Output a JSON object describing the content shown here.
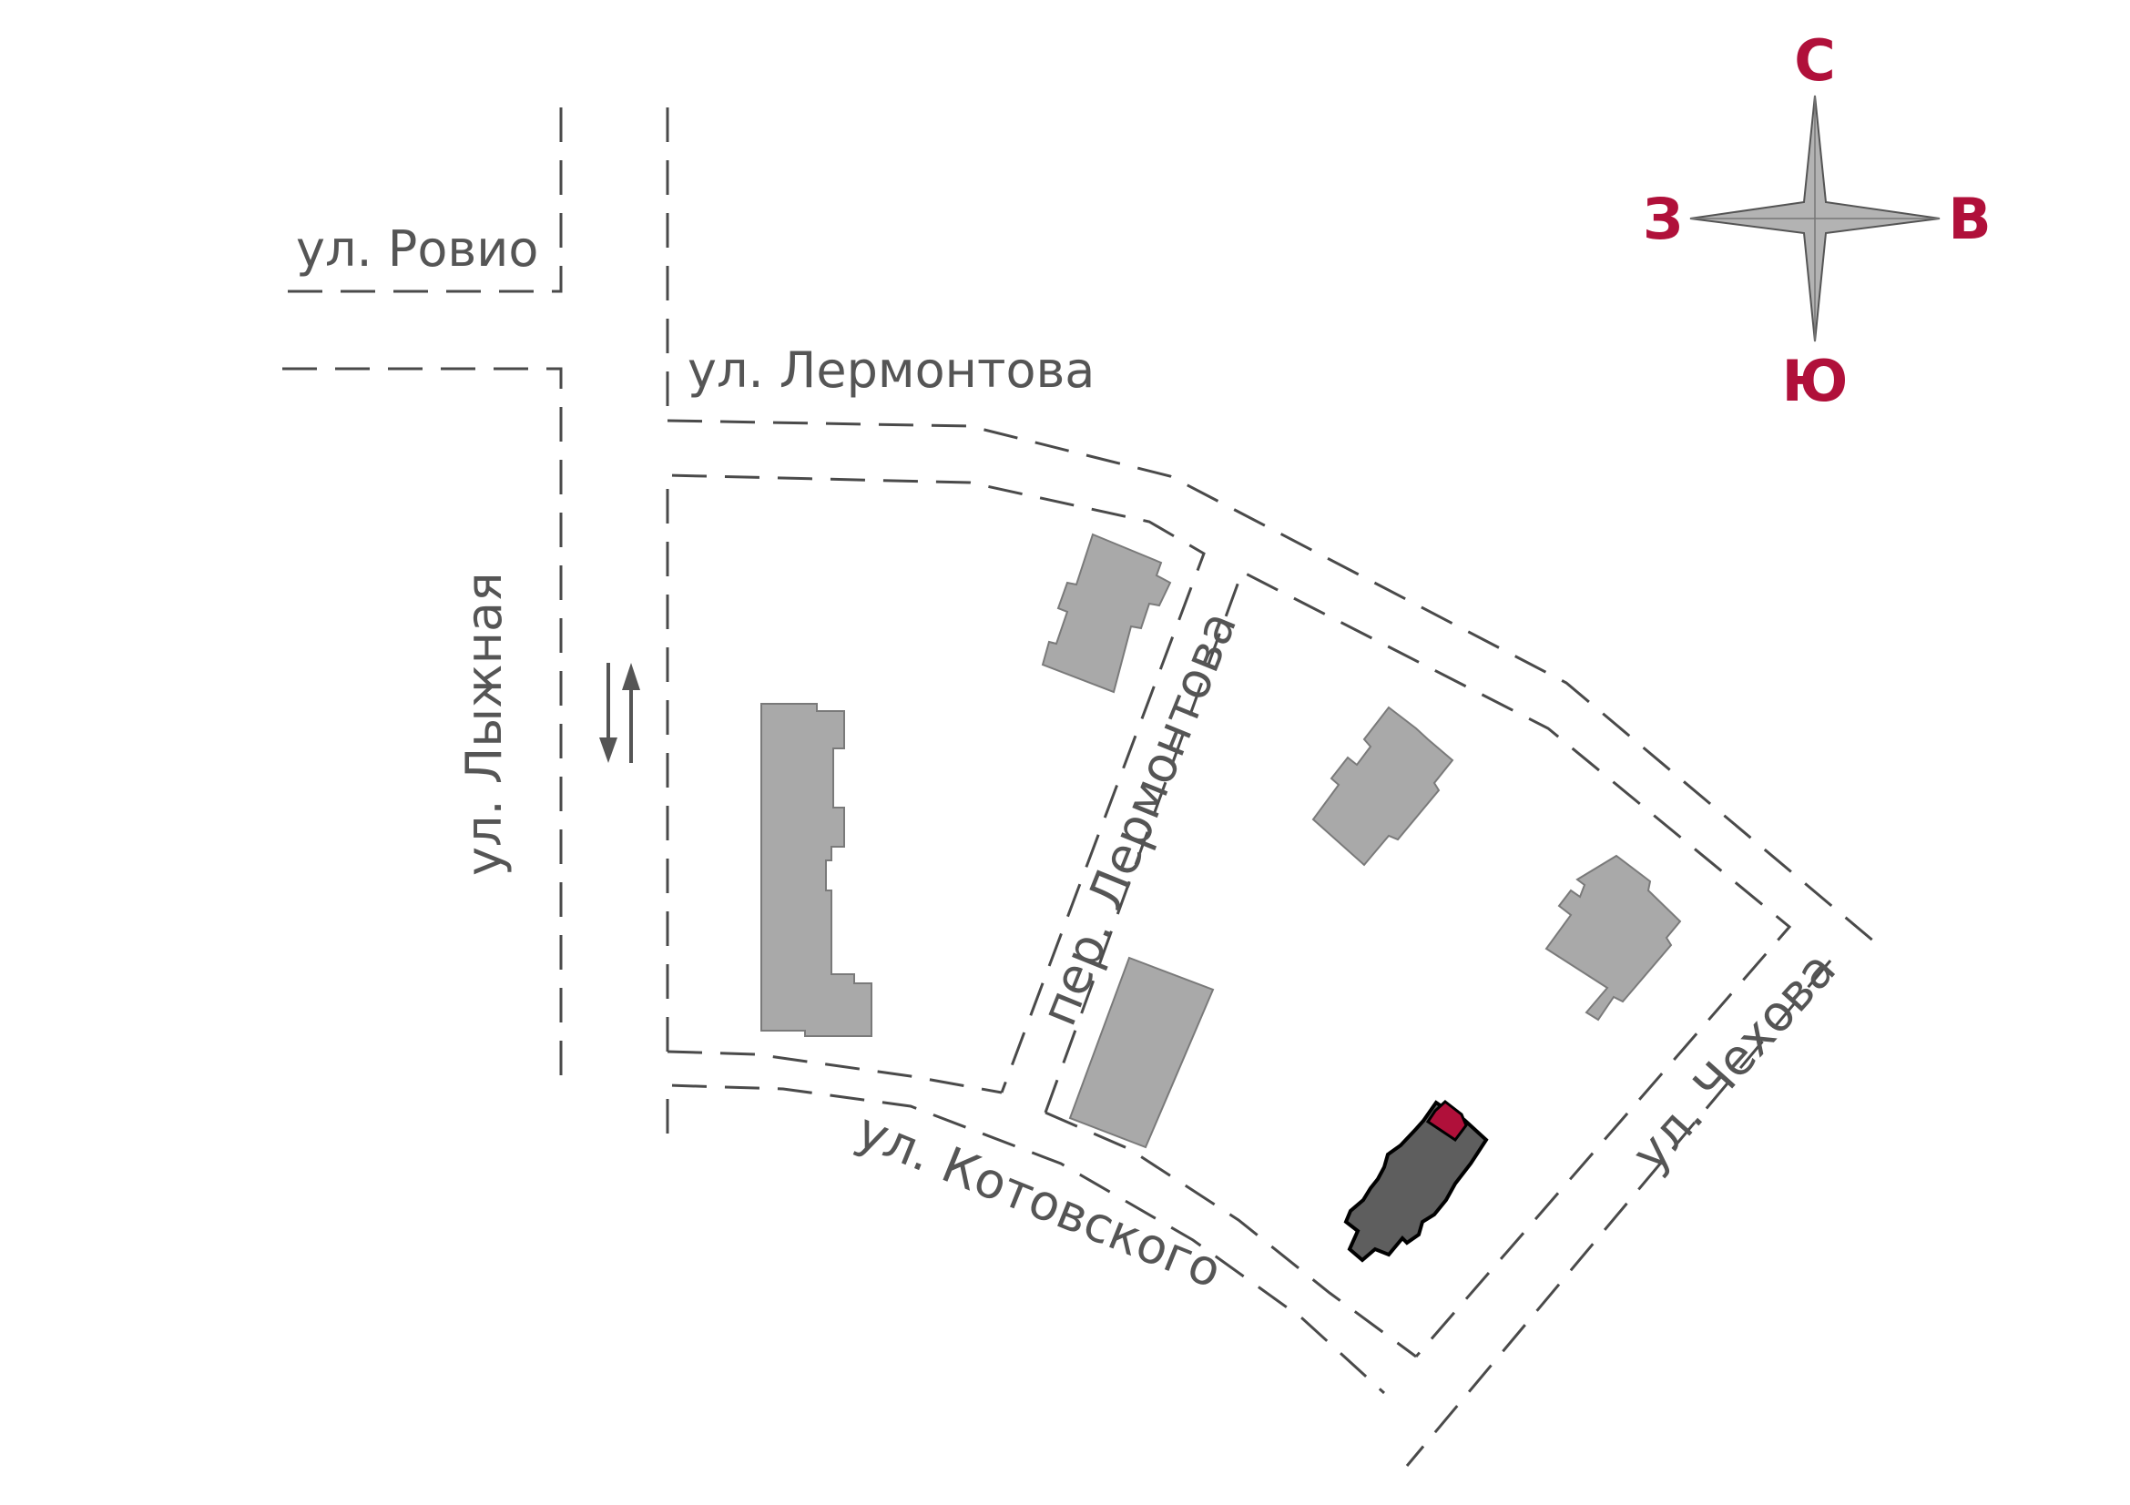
{
  "streets": {
    "rovio": "ул. Ровио",
    "lermontova": "ул. Лермонтова",
    "lyzhnaya": "ул. Лыжная",
    "per_lermontova": "пер. Лермонтова",
    "kotovskogo": "ул. Котовского",
    "chekhova": "ул. Чехова"
  },
  "compass": {
    "north": "С",
    "south": "Ю",
    "west": "З",
    "east": "В"
  },
  "colors": {
    "accent": "#b0103a",
    "building": "#a9a9a9",
    "highlighted_building": "#5e5e5e",
    "road_line": "#4a4a4a",
    "label": "#555555"
  },
  "icons": {
    "compass": "compass-rose-icon",
    "traffic": "two-way-traffic-arrows-icon"
  }
}
